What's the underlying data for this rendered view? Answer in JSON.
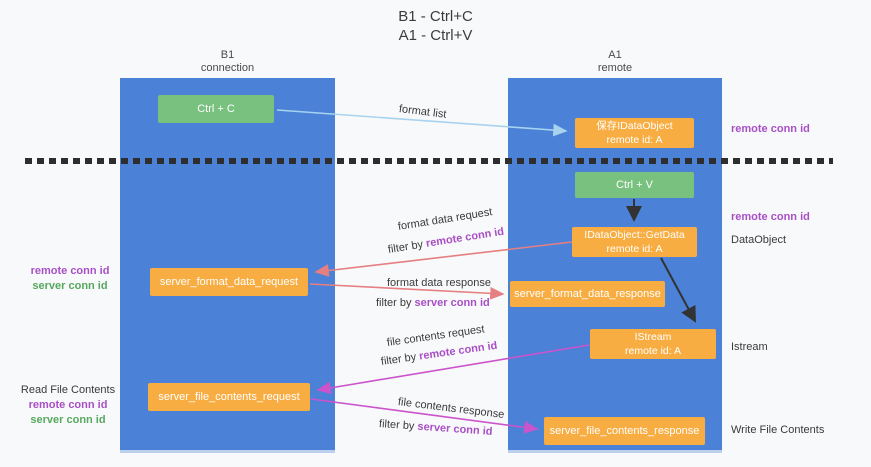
{
  "title": {
    "line1": "B1 - Ctrl+C",
    "line2": "A1 - Ctrl+V"
  },
  "lanes": {
    "b1": {
      "name": "B1",
      "role": "connection"
    },
    "a1": {
      "name": "A1",
      "role": "remote"
    }
  },
  "boxes": {
    "ctrl_c": {
      "label": "Ctrl + C"
    },
    "save_idataobject": {
      "line1": "保存IDataObject",
      "line2": "remote id: A"
    },
    "ctrl_v": {
      "label": "Ctrl + V"
    },
    "getdata": {
      "line1": "IDataObject::GetData",
      "line2": "remote id: A"
    },
    "format_request": {
      "label": "server_format_data_request"
    },
    "format_response": {
      "label": "server_format_data_response"
    },
    "istream": {
      "line1": "IStream",
      "line2": "remote id: A"
    },
    "file_request": {
      "label": "server_file_contents_request"
    },
    "file_response": {
      "label": "server_file_contents_response"
    }
  },
  "arrow_labels": {
    "format_list": "format list",
    "format_data_request": "format data request",
    "format_data_response": "format data response",
    "file_contents_request": "file contents request",
    "file_contents_response": "file contents response",
    "filter_by": "filter by",
    "remote_conn_id": "remote conn id",
    "server_conn_id": "server conn id"
  },
  "side_labels": {
    "right_top_remote_conn_id": "remote conn id",
    "right_mid_remote_conn_id": "remote conn id",
    "dataobject": "DataObject",
    "istream": "Istream",
    "write_file_contents": "Write File Contents",
    "left_remote_conn_id": "remote conn id",
    "left_server_conn_id": "server conn id",
    "read_file_contents": "Read File Contents",
    "left_remote_conn_id_2": "remote conn id",
    "left_server_conn_id_2": "server conn id"
  },
  "colors": {
    "lane_blue": "#4b81d6",
    "box_green": "#79c17e",
    "box_orange": "#f8ad42",
    "arrow_lightblue": "#a8d3ef",
    "arrow_red": "#e57f82",
    "arrow_magenta": "#cb54cd",
    "arrow_black": "#333333",
    "text_purple": "#a94fc6",
    "text_green": "#57a85f",
    "background": "#f8f9fa"
  }
}
